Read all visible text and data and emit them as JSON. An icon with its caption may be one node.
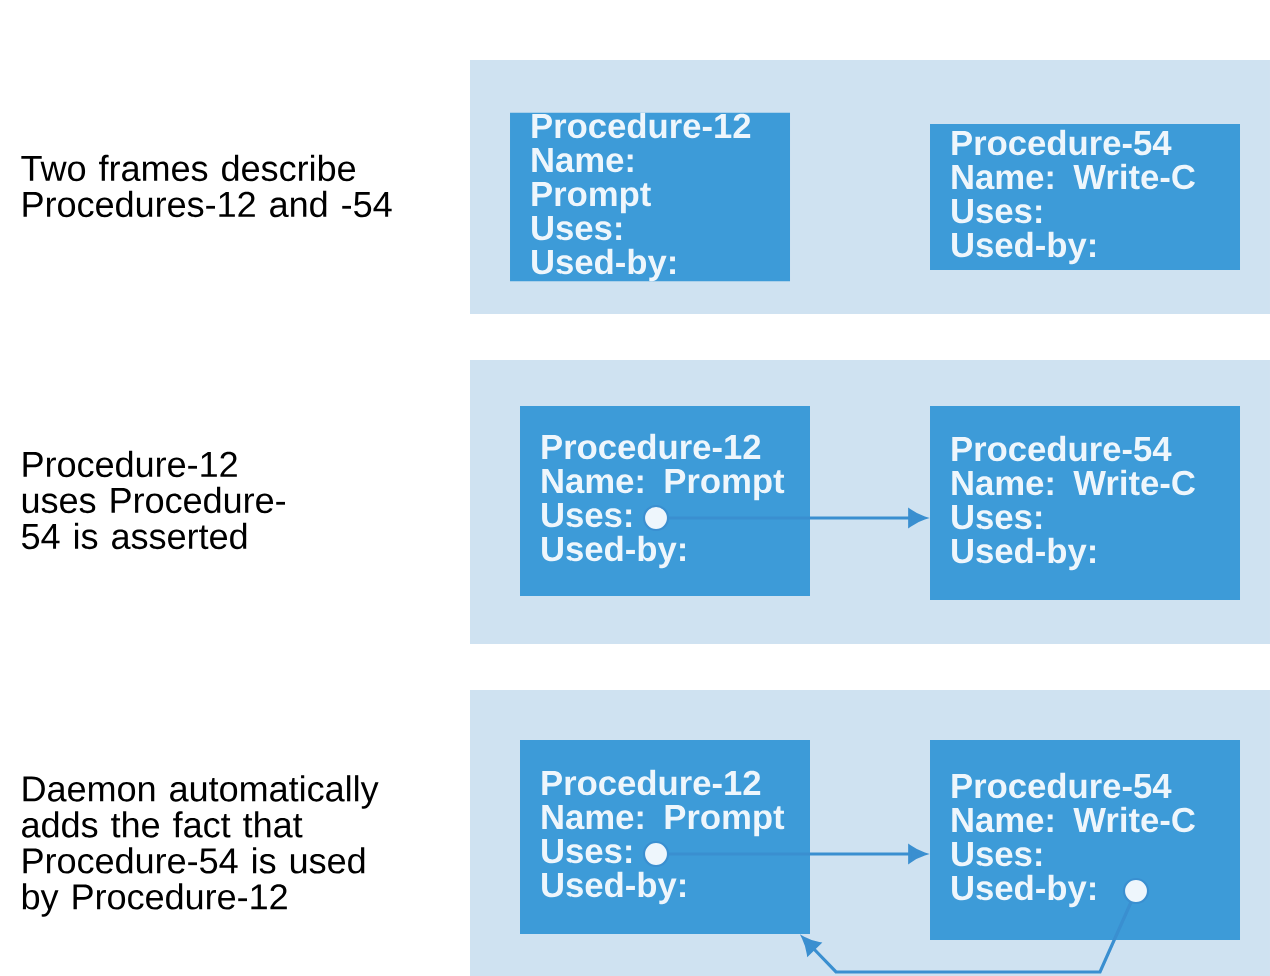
{
  "diagram": {
    "nodes": [
      {
        "text": [],
        "shape": "box"
      },
      {
        "text": [
          "Procedure-12",
          "Name: Prompt",
          "Uses:",
          "Used-by:"
        ],
        "in": 0
      },
      {
        "text": [
          "Procedure-54",
          "Name: Write-C",
          "Uses:",
          "Used-by:"
        ],
        "in": 0
      },
      {
        "text": [],
        "shape": "box"
      },
      {
        "text": [
          "Procedure-12",
          "Name: Prompt",
          "Uses:",
          "Used-by:"
        ],
        "in": 3
      },
      {
        "text": [
          "Procedure-54",
          "Name: Write-C",
          "Uses:",
          "Used-by:"
        ],
        "in": 3
      },
      {
        "text": [],
        "shape": "box"
      },
      {
        "text": [
          "Procedure-12",
          "Name: Prompt",
          "Uses:",
          "Used-by:"
        ],
        "in": 6
      },
      {
        "text": [
          "Procedure-54",
          "Name: Write-C",
          "Uses:",
          "Used-by:"
        ],
        "in": 6
      }
    ],
    "edges": [
      {
        "from": 4,
        "to": 5,
        "arrow": "to"
      },
      {
        "from": 7,
        "to": 8,
        "arrow": "to"
      },
      {
        "from": 8,
        "to": 7,
        "arrow": "to"
      }
    ],
    "labels": [
      "Two frames describe Procedures-12 and -54",
      "Procedure-12 uses Procedure-54 is asserted",
      "Daemon automatically adds the fact that Procedure-54 is used by Procedure-12"
    ]
  }
}
